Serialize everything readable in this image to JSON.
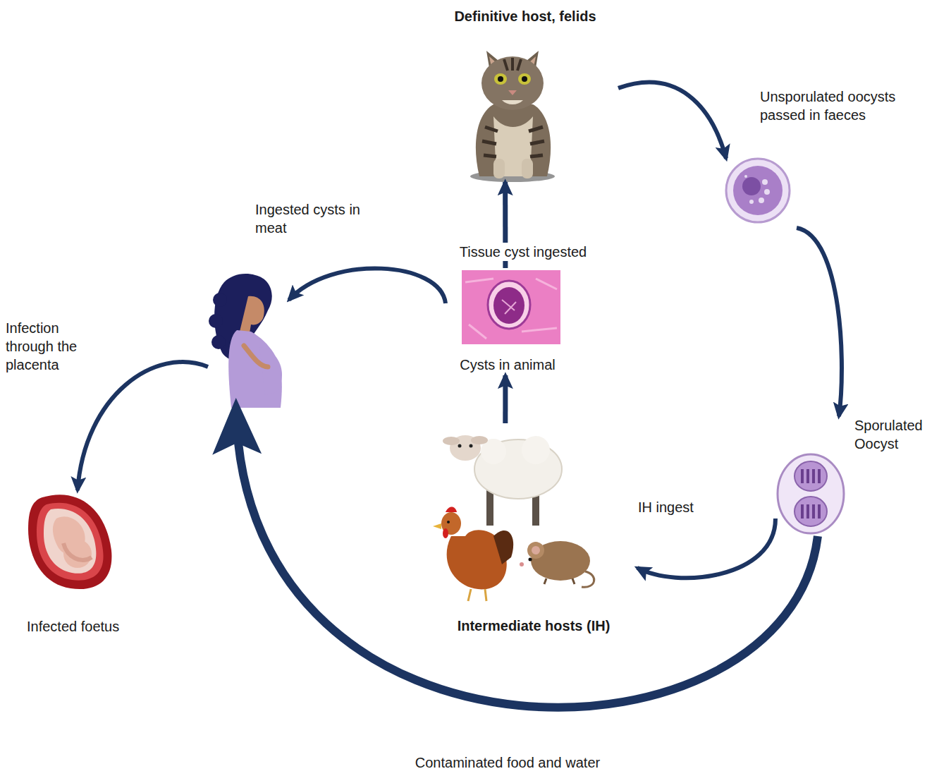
{
  "diagram": {
    "nodes": [
      {
        "text": [
          "Definitive host, felids"
        ]
      },
      {
        "text": [
          "Unsporulated oocysts passed in faeces"
        ]
      },
      {
        "text": [
          "Sporulated Oocyst"
        ]
      },
      {
        "text": [
          "Intermediate hosts (IH)"
        ]
      },
      {
        "text": [
          "Cysts in animal"
        ]
      },
      {
        "text": []
      },
      {
        "text": [
          "Infected foetus"
        ]
      }
    ],
    "edges": [
      {
        "from": 0,
        "to": 1,
        "arrow": "to"
      },
      {
        "from": 1,
        "to": 2,
        "arrow": "to"
      },
      {
        "from": 2,
        "to": 3,
        "label": "IH ingest",
        "arrow": "to"
      },
      {
        "from": 3,
        "to": 4,
        "arrow": "to"
      },
      {
        "from": 4,
        "to": 0,
        "label": "Tissue cyst ingested",
        "arrow": "to"
      },
      {
        "from": 4,
        "to": 5,
        "label": "Ingested cysts in meat",
        "arrow": "to"
      },
      {
        "from": 5,
        "to": 6,
        "label": "Infection through the placenta",
        "arrow": "to"
      },
      {
        "from": 2,
        "to": 5,
        "label": "Contaminated food and water",
        "arrow": "to"
      }
    ]
  }
}
